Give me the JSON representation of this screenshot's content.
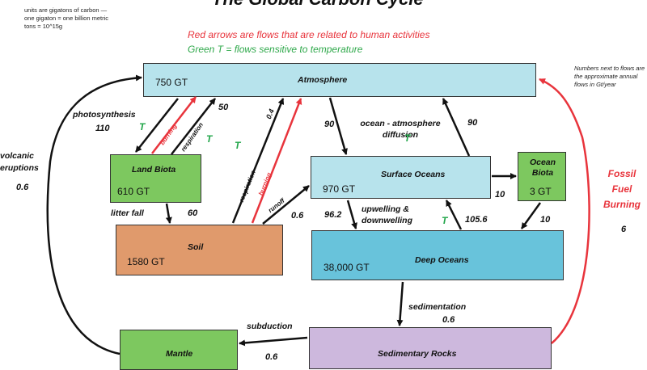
{
  "header": {
    "title": "The Global Carbon Cycle",
    "note_units": "units are gigatons of carbon — one gigaton = one billion metric tons = 10^15g",
    "note_numbers": "Numbers next to flows are the approximate annual flows in Gt/year",
    "legend_red": "Red arrows are flows that are related to human activities",
    "legend_green": "Green T = flows sensitive to temperature"
  },
  "reservoirs": {
    "atmosphere": {
      "name": "Atmosphere",
      "amount": "750 GT"
    },
    "land_biota": {
      "name": "Land Biota",
      "amount": "610 GT"
    },
    "soil": {
      "name": "Soil",
      "amount": "1580 GT"
    },
    "surface_oceans": {
      "name": "Surface Oceans",
      "amount": "970 GT"
    },
    "ocean_biota": {
      "name": "Ocean Biota",
      "amount": "3 GT"
    },
    "deep_oceans": {
      "name": "Deep Oceans",
      "amount": "38,000 GT"
    },
    "mantle": {
      "name": "Mantle",
      "amount": ""
    },
    "sedimentary_rocks": {
      "name": "Sedimentary Rocks",
      "amount": ""
    }
  },
  "flows": {
    "photosynthesis": {
      "label": "photosynthesis",
      "value": "110"
    },
    "land_biota_burning": {
      "label": "burning"
    },
    "respiration": {
      "label": "respiration",
      "value": "50"
    },
    "litter_fall": {
      "label": "litter fall",
      "value": "60"
    },
    "soil_respiration": {
      "label": "respiration",
      "value": "0.4"
    },
    "soil_burning": {
      "label": "burning"
    },
    "runoff": {
      "label": "runoff",
      "value": "0.6"
    },
    "ocean_down": {
      "value": "90"
    },
    "ocean_diffusion": {
      "label": "ocean - atmosphere diffusion"
    },
    "ocean_up": {
      "value": "90"
    },
    "surface_to_biota": {
      "value": "10"
    },
    "biota_to_deep": {
      "value": "10"
    },
    "downwelling": {
      "value": "96.2"
    },
    "upwelling_label": {
      "label": "upwelling & downwelling"
    },
    "upwelling": {
      "value": "105.6"
    },
    "sedimentation": {
      "label": "sedimentation",
      "value": "0.6"
    },
    "subduction": {
      "label": "subduction",
      "value": "0.6"
    },
    "volcanic": {
      "label": "volcanic eruptions",
      "value": "0.6"
    },
    "fossil_fuel": {
      "label_1": "Fossil",
      "label_2": "Fuel",
      "label_3": "Burning",
      "value": "6"
    },
    "temp_symbol": "T"
  },
  "colors": {
    "atmosphere": "#b7e3ec",
    "land_biota": "#7dc85f",
    "soil": "#e09a6c",
    "surface_oceans": "#b7e3ec",
    "ocean_biota": "#7dc85f",
    "deep_oceans": "#68c3db",
    "mantle": "#7dc85f",
    "sedimentary_rocks": "#cdb8dd",
    "human_flow": "#e8343c",
    "natural_flow": "#111111",
    "temp_sensitive": "#22a64a"
  }
}
